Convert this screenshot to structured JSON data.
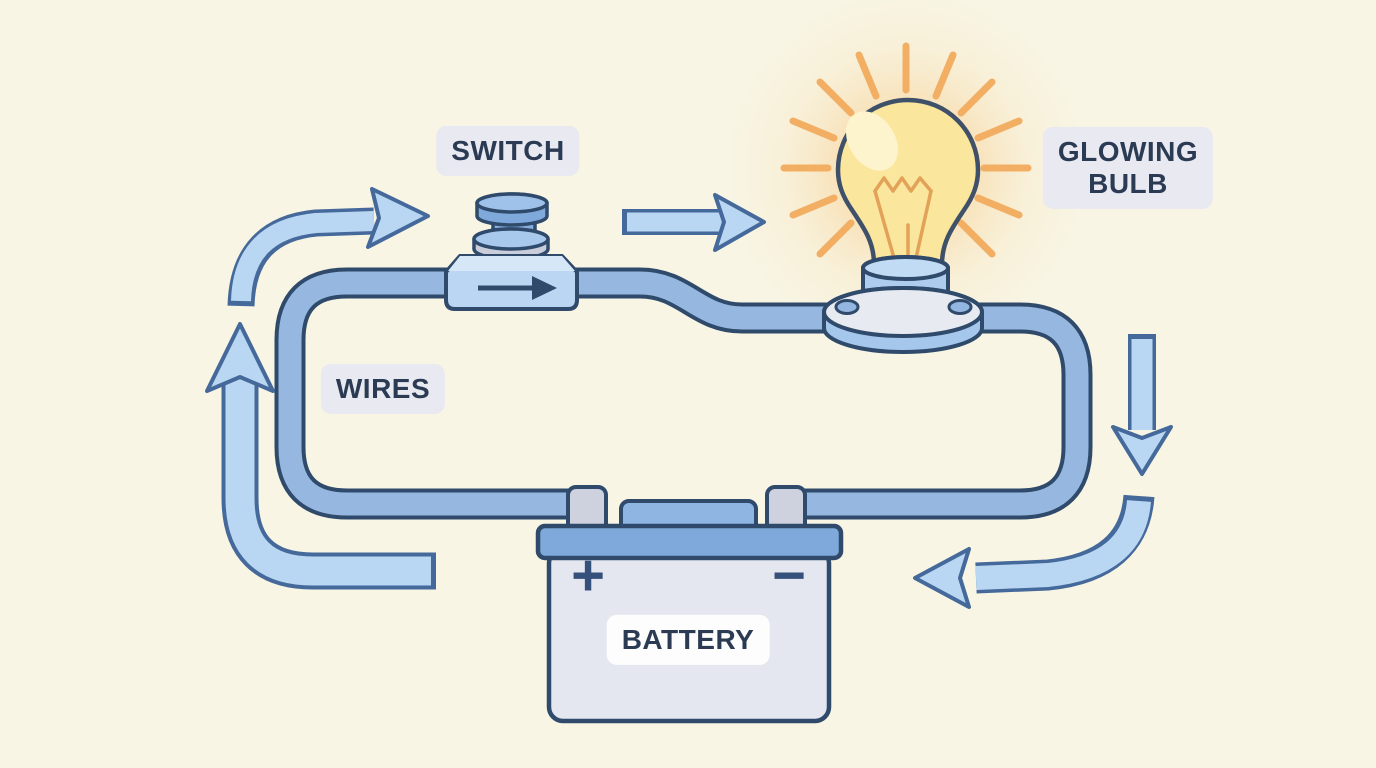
{
  "diagram": {
    "subject": "simple-electric-circuit",
    "flow_direction": "counterclockwise",
    "flow_arrow_count": 5
  },
  "labels": {
    "switch": "SWITCH",
    "glowing_bulb": "GLOWING\nBULB",
    "wires": "WIRES",
    "battery": "BATTERY"
  },
  "battery": {
    "positive_symbol": "+",
    "negative_symbol": "−"
  },
  "icons": {
    "switch": "push-button-switch-icon",
    "bulb": "glowing-light-bulb-icon",
    "battery": "battery-icon",
    "wires": "wire-loop",
    "flow_arrows": "current-flow-arrow-icons",
    "switch_current_arrow": "right-arrow-icon"
  },
  "colors": {
    "background": "#F8F5E4",
    "wire_fill": "#96B8E0",
    "wire_outline": "#2F4A6B",
    "arrow_fill": "#B9D6F3",
    "arrow_outline": "#44699A",
    "label_background": "#E8E9F1",
    "label_text": "#2B3B54",
    "bulb_yellow": "#FAE69C",
    "glow_orange": "#F7C985",
    "ray_orange": "#F2AF63",
    "battery_body_gray": "#E4E7EF",
    "battery_cap_blue": "#7FA9DA",
    "terminal_gray": "#CDD2DE",
    "socket_blue": "#AECDEE",
    "flange_gray": "#E7EAF0"
  }
}
